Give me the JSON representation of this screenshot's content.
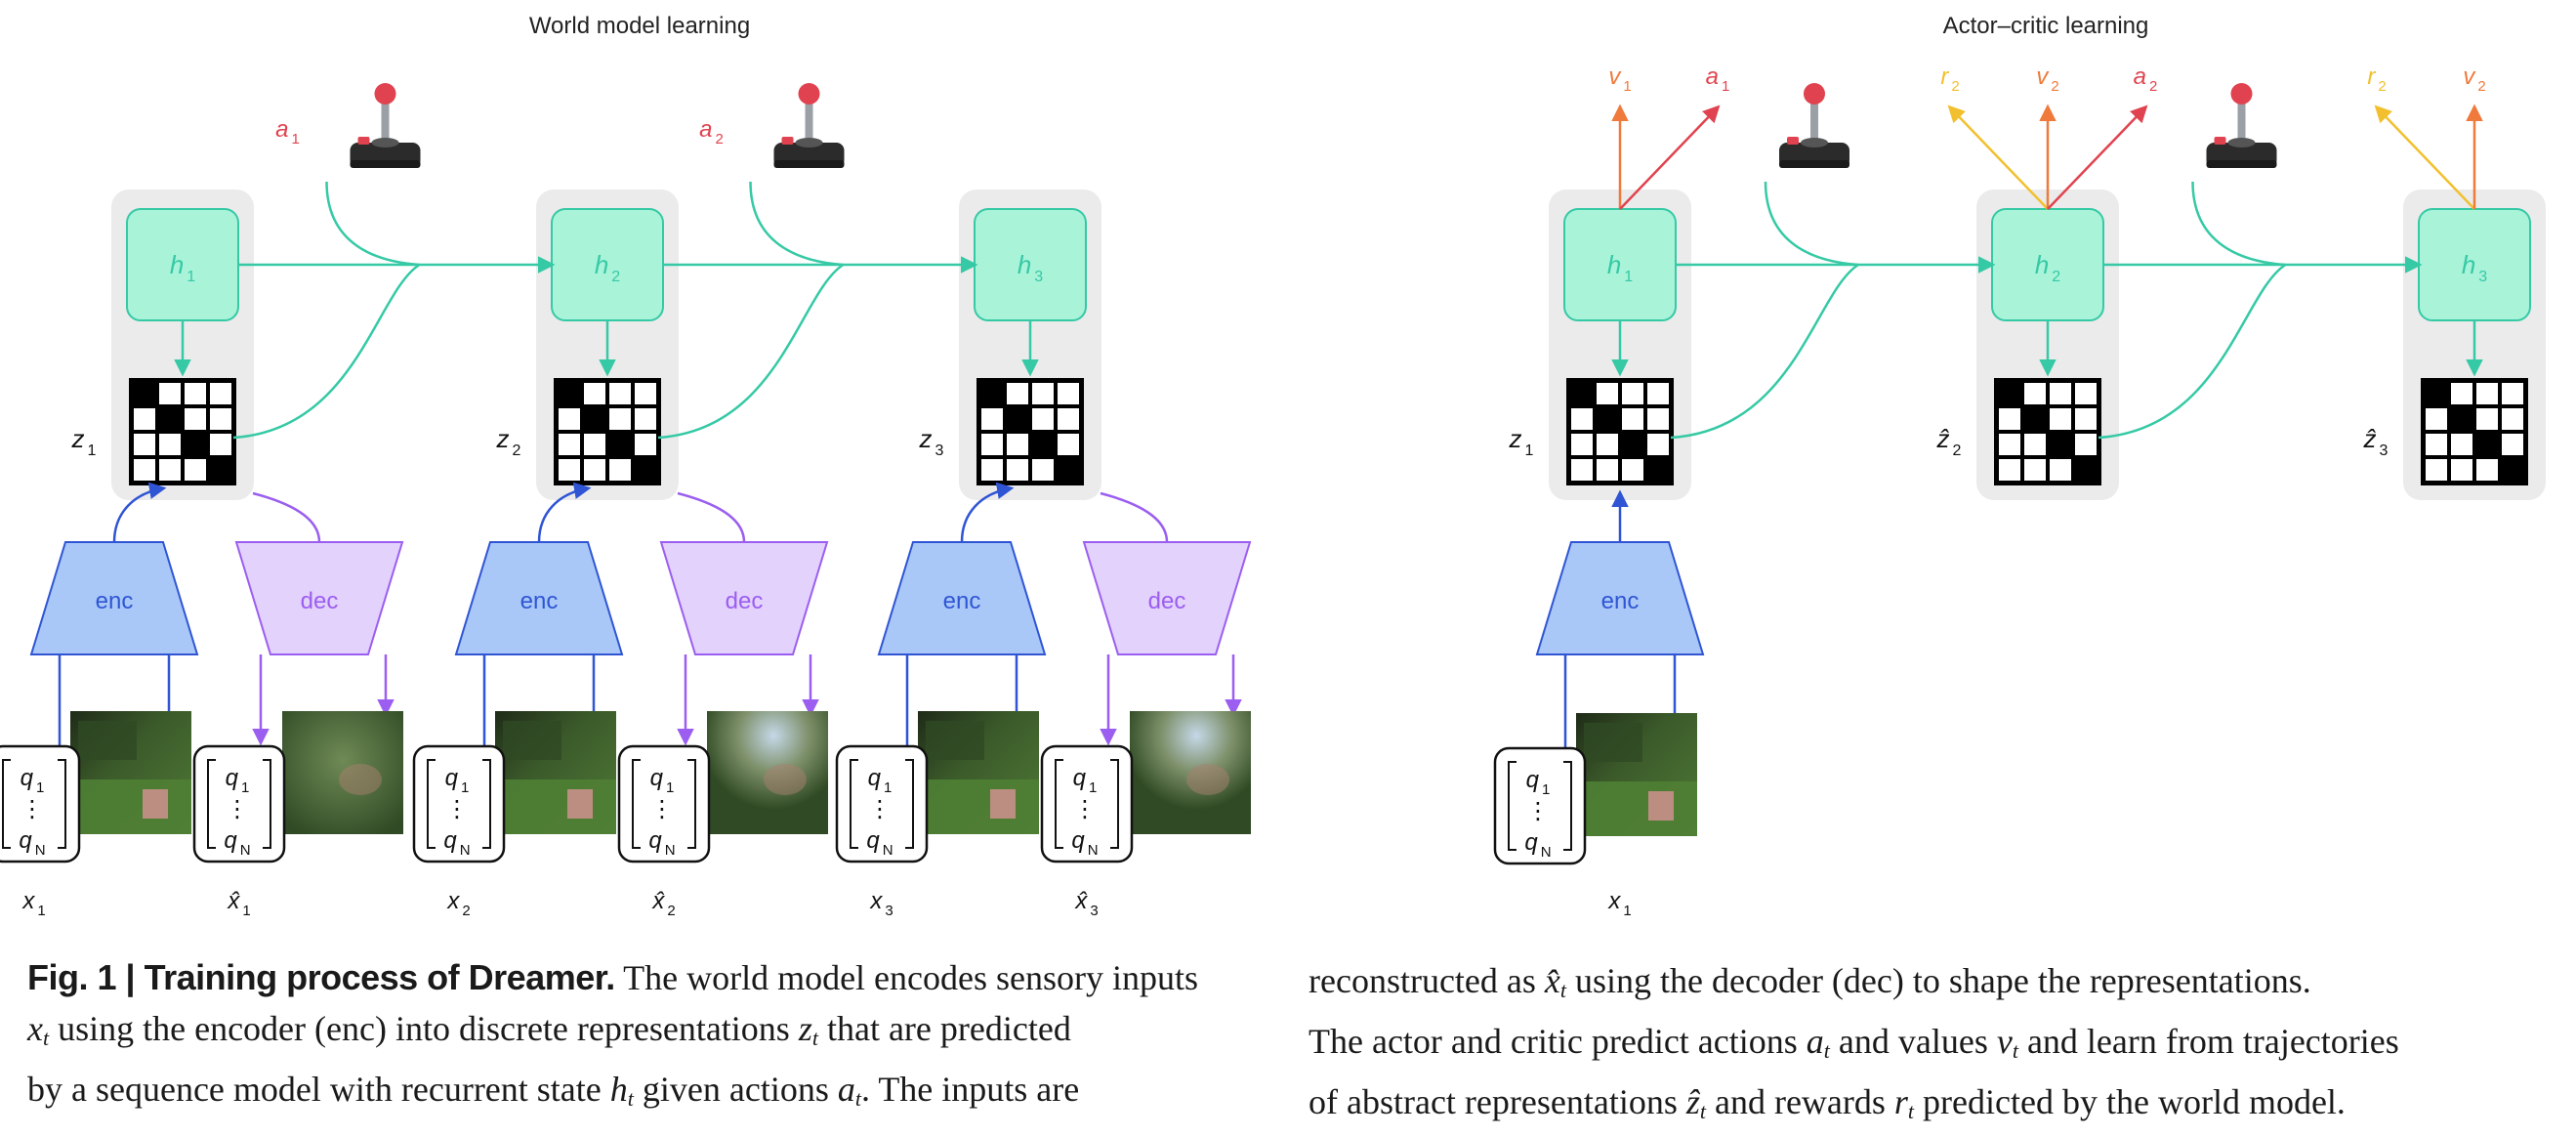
{
  "colors": {
    "h_fill": "#a9f3d9",
    "h_stroke": "#35c9a5",
    "panel": "#ebebeb",
    "enc_fill": "#a9c8f7",
    "enc_stroke": "#2f55d4",
    "dec_fill": "#e3d2fb",
    "dec_stroke": "#9b5ef0",
    "action": "#e0434f",
    "value": "#ef7a3c",
    "reward": "#f2c02e",
    "arrow": "#35c9a5"
  },
  "titles": {
    "world_model": "World model learning",
    "actor_critic": "Actor–critic learning"
  },
  "world_model": {
    "steps": [
      {
        "h": "h",
        "h_sub": "1",
        "z": "z",
        "z_sub": "1",
        "enc": "enc",
        "dec": "dec",
        "x": "x",
        "x_sub": "1",
        "xhat": "x̂",
        "xhat_sub": "1",
        "q_top": "q",
        "q_top_sub": "1",
        "q_bot": "q",
        "q_bot_sub": "N",
        "q_dots": "⋮"
      },
      {
        "h": "h",
        "h_sub": "2",
        "z": "z",
        "z_sub": "2",
        "enc": "enc",
        "dec": "dec",
        "x": "x",
        "x_sub": "2",
        "xhat": "x̂",
        "xhat_sub": "2",
        "q_top": "q",
        "q_top_sub": "1",
        "q_bot": "q",
        "q_bot_sub": "N",
        "q_dots": "⋮"
      },
      {
        "h": "h",
        "h_sub": "3",
        "z": "z",
        "z_sub": "3",
        "enc": "enc",
        "dec": "dec",
        "x": "x",
        "x_sub": "3",
        "xhat": "x̂",
        "xhat_sub": "3",
        "q_top": "q",
        "q_top_sub": "1",
        "q_bot": "q",
        "q_bot_sub": "N",
        "q_dots": "⋮"
      }
    ],
    "actions": [
      {
        "a": "a",
        "sub": "1"
      },
      {
        "a": "a",
        "sub": "2"
      }
    ]
  },
  "actor_critic": {
    "steps": [
      {
        "h": "h",
        "h_sub": "1",
        "z": "z",
        "z_sub": "1",
        "outputs": [
          {
            "t": "v",
            "sub": "1",
            "kind": "value"
          },
          {
            "t": "a",
            "sub": "1",
            "kind": "action"
          }
        ]
      },
      {
        "h": "h",
        "h_sub": "2",
        "z": "ẑ",
        "z_sub": "2",
        "outputs": [
          {
            "t": "r",
            "sub": "2",
            "kind": "reward"
          },
          {
            "t": "v",
            "sub": "2",
            "kind": "value"
          },
          {
            "t": "a",
            "sub": "2",
            "kind": "action"
          }
        ]
      },
      {
        "h": "h",
        "h_sub": "3",
        "z": "ẑ",
        "z_sub": "3",
        "outputs": [
          {
            "t": "r",
            "sub": "2",
            "kind": "reward"
          },
          {
            "t": "v",
            "sub": "2",
            "kind": "value"
          }
        ]
      }
    ],
    "enc": "enc",
    "x": "x",
    "x_sub": "1",
    "q_top": "q",
    "q_top_sub": "1",
    "q_bot": "q",
    "q_bot_sub": "N",
    "q_dots": "⋮"
  },
  "grid_pattern": [
    [
      1,
      0,
      0,
      0
    ],
    [
      0,
      1,
      0,
      0
    ],
    [
      0,
      0,
      1,
      0
    ],
    [
      0,
      0,
      0,
      1
    ]
  ],
  "caption_left": {
    "fig_label": "Fig. 1 | Training process of Dreamer.",
    "l1": " The world model encodes sensory inputs",
    "l2_a": "x",
    "l2_a_sub": "t",
    "l2_b": " using the encoder (enc) into discrete representations ",
    "l2_c": "z",
    "l2_c_sub": "t",
    "l2_d": " that are predicted",
    "l3_a": "by a sequence model with recurrent state ",
    "l3_b": "h",
    "l3_b_sub": "t",
    "l3_c": " given actions ",
    "l3_d": "a",
    "l3_d_sub": "t",
    "l3_e": ". The inputs are"
  },
  "caption_right": {
    "l1_a": "reconstructed as ",
    "l1_b": "x̂",
    "l1_b_sub": "t",
    "l1_c": " using the decoder (dec) to shape the representations.",
    "l2_a": "The actor and critic predict actions ",
    "l2_b": "a",
    "l2_b_sub": "t",
    "l2_c": " and values ",
    "l2_d": "v",
    "l2_d_sub": "t",
    "l2_e": " and learn from trajectories",
    "l3_a": "of abstract representations ",
    "l3_b": "ẑ",
    "l3_b_sub": "t",
    "l3_c": " and rewards ",
    "l3_d": "r",
    "l3_d_sub": "t",
    "l3_e": " predicted by the world model."
  }
}
